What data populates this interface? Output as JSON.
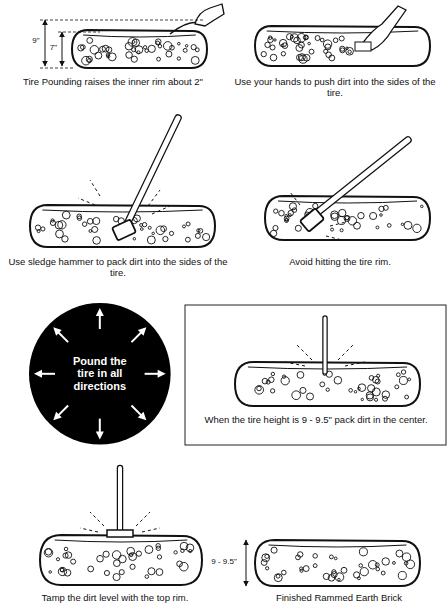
{
  "diagram": {
    "nodes": [
      {
        "text": [
          "Pound the tire in all directions"
        ]
      }
    ],
    "labels": [
      "9\"",
      "7\"",
      "Tire Pounding raises the inner rim about 2\"",
      "Use your hands to push dirt into the sides of the tire.",
      "Use sledge hammer to pack dirt into the sides of the tire.",
      "Avoid hitting the tire rim.",
      "When the tire height is 9 - 9.5\" pack dirt in the center.",
      "Tamp the dirt level with the top rim.",
      "9 - 9.5\"",
      "Finished Rammed Earth Brick"
    ]
  }
}
